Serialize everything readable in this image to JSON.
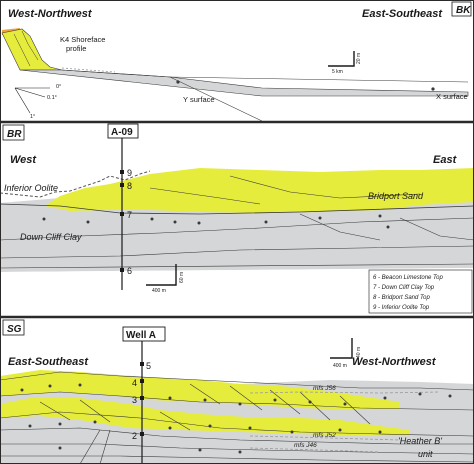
{
  "panels": {
    "bk": {
      "tag": "BK",
      "left_title": "West-Northwest",
      "right_title": "East-Southeast",
      "shoreface_label_1": "K4 Shoreface",
      "shoreface_label_2": "profile",
      "y_surface": "Y surface",
      "x_surface": "X surface",
      "scale_h": "5 km",
      "scale_v": "20 m",
      "angle_0": "0°",
      "angle_01": "0.1°",
      "angle_1": "1°"
    },
    "br": {
      "tag": "BR",
      "well_label": "A-09",
      "left_title": "West",
      "right_title": "East",
      "inferior_oolite": "Inferior Oolite",
      "bridport_sand": "Bridport Sand",
      "down_cliff_clay": "Down Cliff Clay",
      "well_markers": [
        "9",
        "8",
        "7",
        "6"
      ],
      "scale_h": "400 m",
      "scale_v": "60 m",
      "legend": [
        "6 - Beacon Limestone Top",
        "7 - Down Cliff Clay Top",
        "8 - Bridport Sand Top",
        "9 - Inferior Oolite Top"
      ]
    },
    "sg": {
      "tag": "SG",
      "well_label": "Well A",
      "left_title": "East-Southeast",
      "right_title": "West-Northwest",
      "well_markers": [
        "5",
        "4",
        "3",
        "2"
      ],
      "mfs_j56": "mfs J56",
      "mfs_j52": "mfs J52",
      "mfs_j46": "mfs J46",
      "heather_1": "'Heather B'",
      "heather_2": "unit",
      "scale_h": "400 m",
      "scale_v": "40 m"
    }
  },
  "colors": {
    "yellow": "#e6ec3c",
    "gray": "#d4d6d8",
    "line": "#3a3a3a",
    "dashed_gray": "#9a9a9a",
    "orange": "#f0a23a"
  }
}
